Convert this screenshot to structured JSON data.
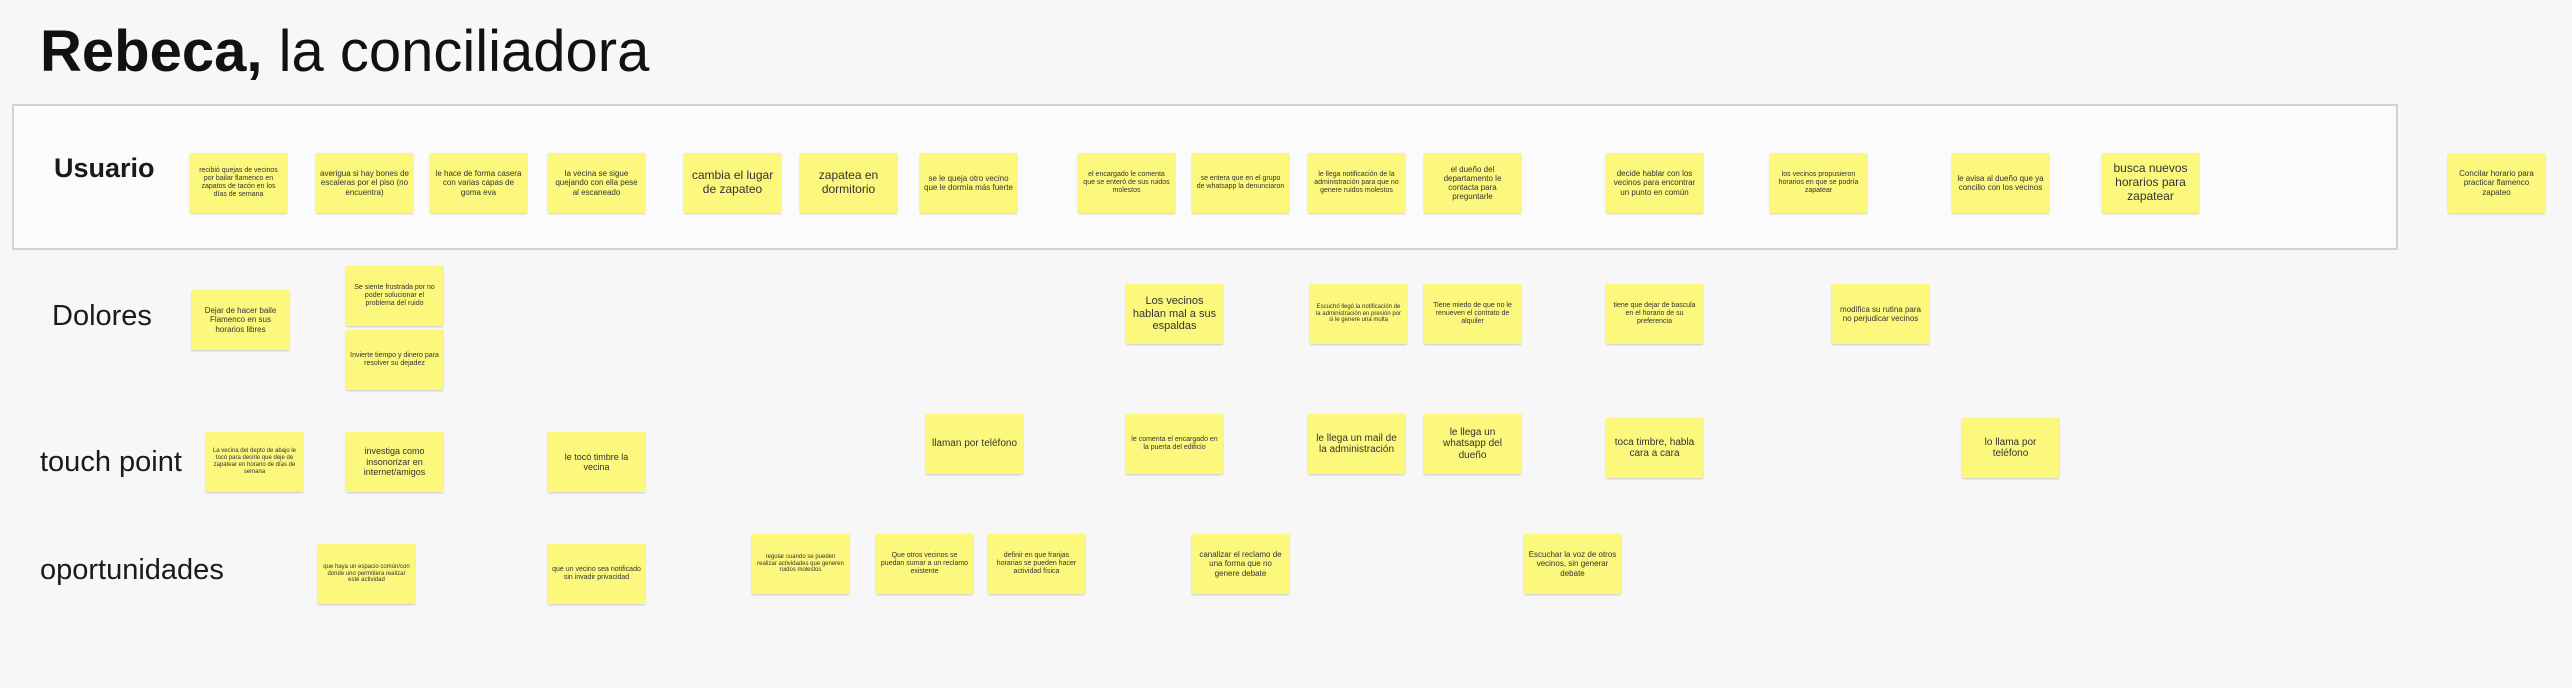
{
  "title": {
    "bold": "Rebeca,",
    "rest": " la conciliadora"
  },
  "rows": {
    "usuario": "Usuario",
    "dolores": "Dolores",
    "touch_point": "touch point",
    "oportunidades": "oportunidades"
  },
  "notes": {
    "usuario": [
      "recibió quejas de vecinos por bailar flamenco en zapatos de tacón en los días de semana",
      "averigua si hay bones de escaleras por el piso (no encuentra)",
      "le hace de forma casera con varias capas de goma eva",
      "la vecina se sigue quejando con ella pese al escaneado",
      "cambia el lugar de zapateo",
      "zapatea en dormitorio",
      "se le queja otro vecino que le dormía más fuerte",
      "el encargado le comenta que se enteró de sus ruidos molestos",
      "se entera que en el grupo de whatsapp la denunciaron",
      "le llega notificación de la administración para que no genere ruidos molestos",
      "el dueño del departamento le contacta para preguntarle",
      "decide hablar con los vecinos para encontrar un punto en común",
      "los vecinos propusieron horarios en que se podría zapatear",
      "le avisa al dueño que ya concilio con los vecinos",
      "busca nuevos horarios para zapatear",
      "Concilar horario para practicar flamenco zapateo"
    ],
    "dolores": [
      "Dejar de hacer baile Flamenco en sus horarios libres",
      "Se siente frustrada por no poder solucionar el problema del ruido",
      "Invierte tiempo y dinero para resolver su dejadez",
      "Los vecinos hablan mal a sus espaldas",
      "Escuchó llegó la notificación de la administración en presión por si le genere una multa",
      "Tiene miedo de que no le renueven el contrato de alquiler",
      "tiene que dejar de bascula en el horario de su preferencia",
      "modifica su rutina para no perjudicar vecinos"
    ],
    "touch_point": [
      "La vecina del depto de abajo le tocó para decirle que deje de zapatear en horario de días de semana",
      "investiga como insonorizar en internet/amigos",
      "le tocó timbre la vecina",
      "llaman por teléfono",
      "le comenta el encargado en la puerta del edificio",
      "le llega un mail de la administración",
      "le llega un whatsapp del dueño",
      "toca timbre, habla cara a cara",
      "lo llama por teléfono"
    ],
    "oportunidades": [
      "que haya un espacio común/con donde uno permitiera realizar este actividad",
      "que un vecino sea notificado sin invadir privacidad",
      "regular cuando se pueden realizar actividades que generen ruidos molestos",
      "Que otros vecinos se puedan sumar a un reclamo existente",
      "definir en que franjas horarias se pueden hacer actividad física",
      "canalizar el reclamo de una forma que no genere debate",
      "Escuchar la voz de otros vecinos, sin generar debate"
    ]
  }
}
